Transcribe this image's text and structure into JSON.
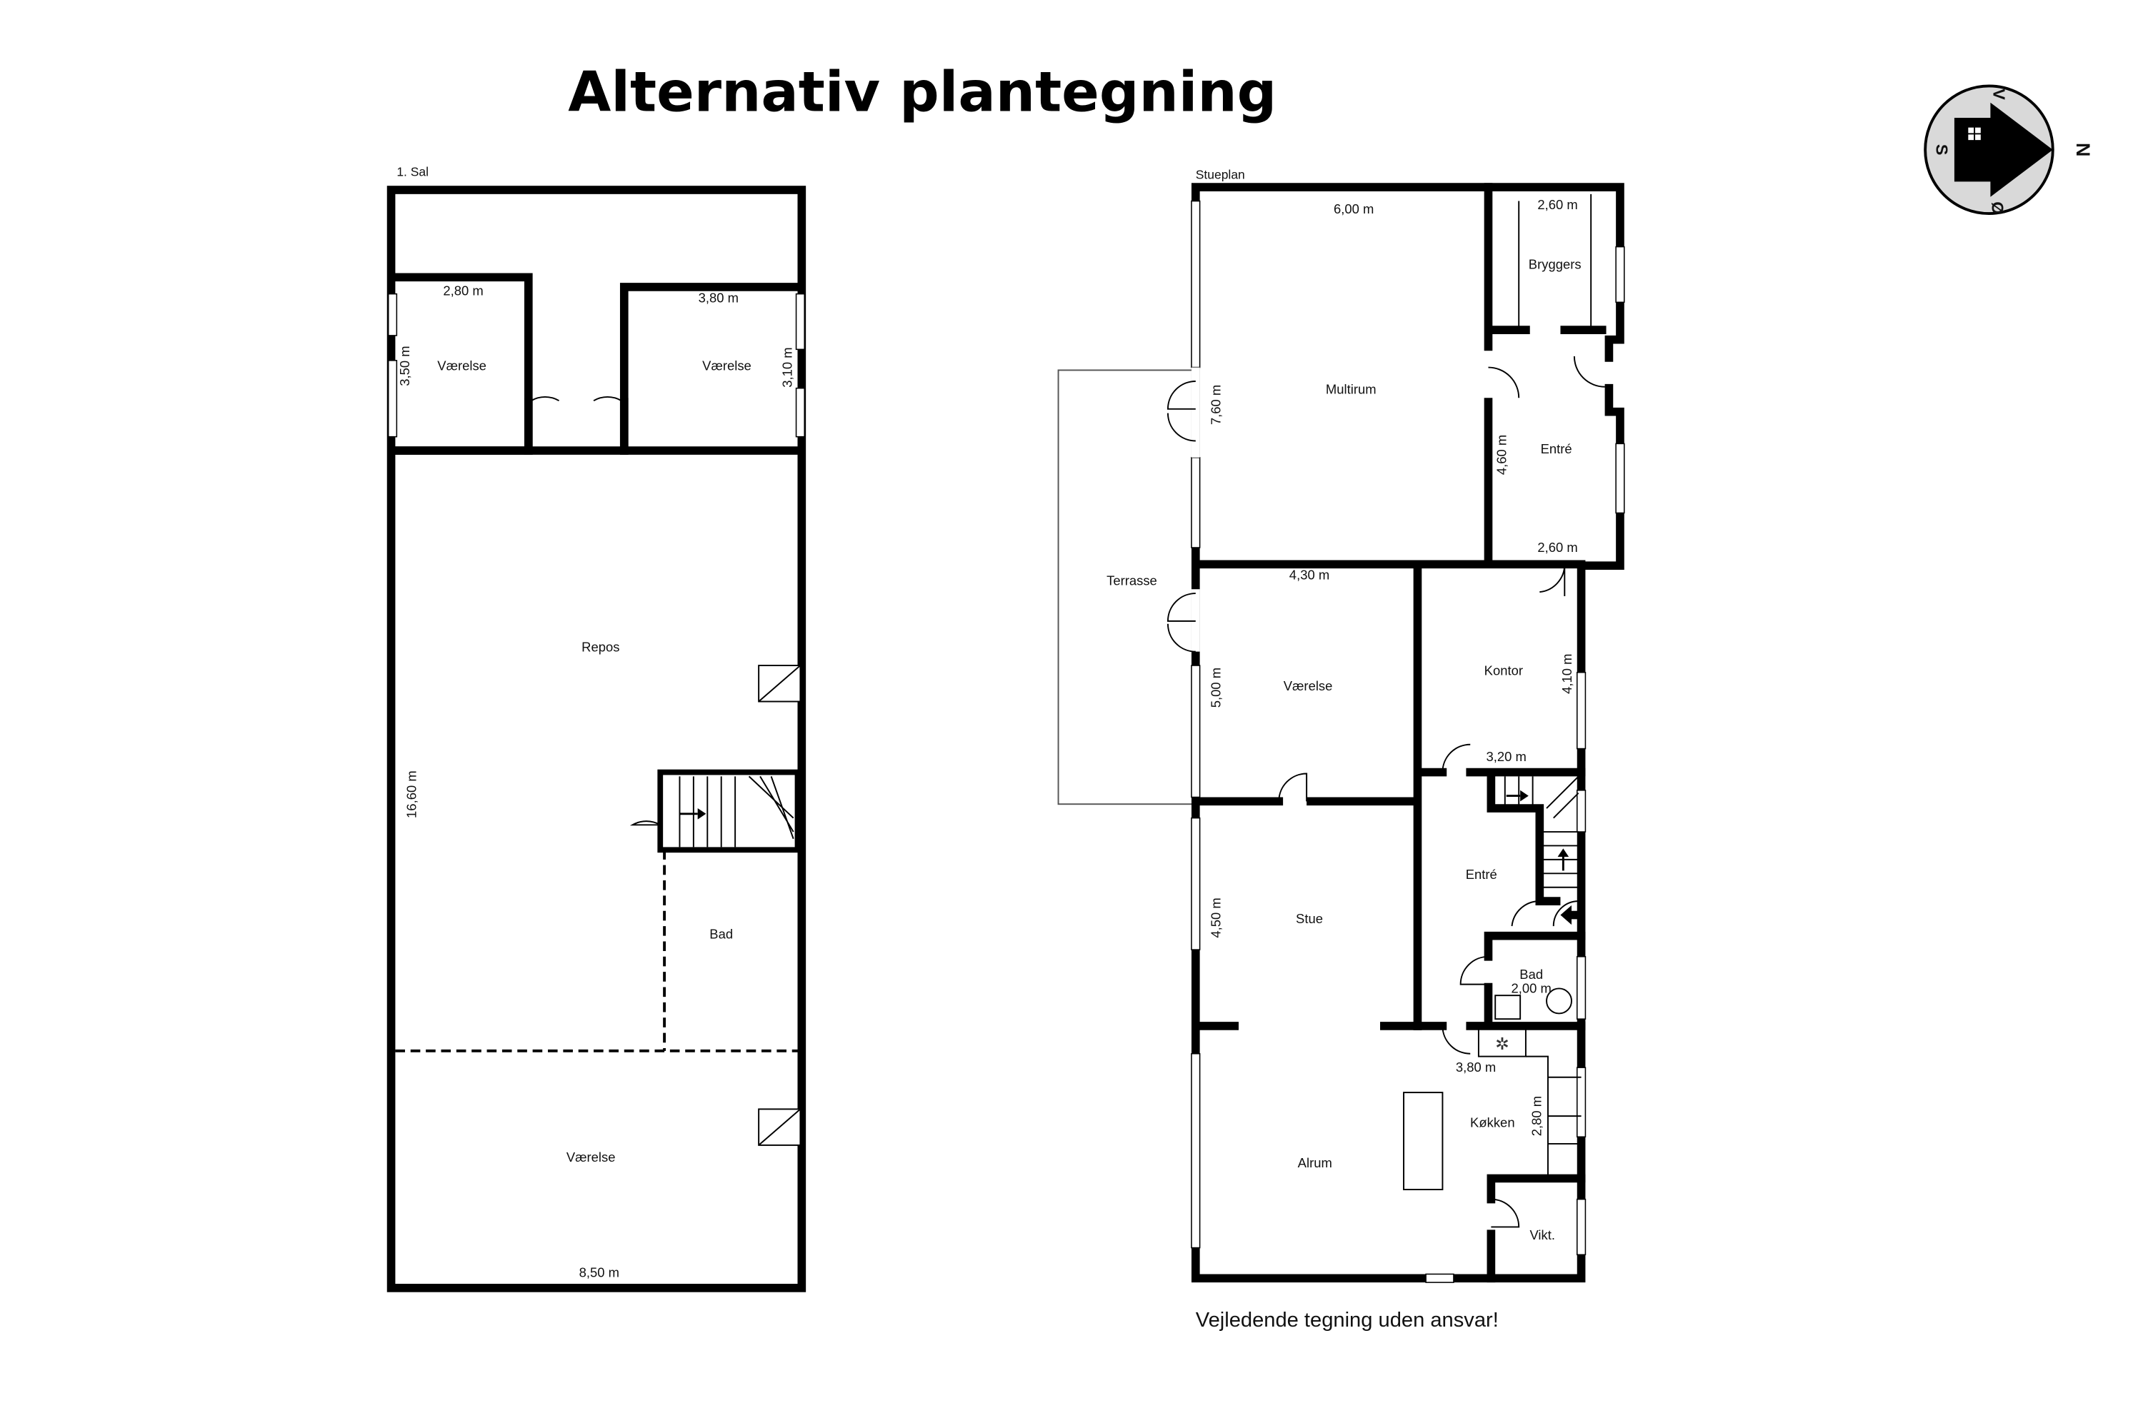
{
  "title": "Alternativ plantegning",
  "compass": {
    "north": "N",
    "south": "S",
    "west": "V",
    "east": "Ø"
  },
  "floor_1": {
    "label": "1. Sal",
    "rooms": [
      "Værelse",
      "Værelse",
      "Repos",
      "Bad",
      "Værelse"
    ],
    "dims": [
      "2,80 m",
      "3,80 m",
      "3,50 m",
      "3,10 m",
      "16,60 m",
      "8,50 m"
    ]
  },
  "ground": {
    "label": "Stueplan",
    "rooms": [
      "Multirum",
      "Bryggers",
      "Entré",
      "Terrasse",
      "Værelse",
      "Kontor",
      "Entré",
      "Stue",
      "Bad",
      "Køkken",
      "Alrum",
      "Vikt."
    ],
    "dims": [
      "6,00 m",
      "2,60 m",
      "7,60 m",
      "4,60 m",
      "2,60 m",
      "4,30 m",
      "5,00 m",
      "4,10 m",
      "3,20 m",
      "4,50 m",
      "2,00 m",
      "3,80 m",
      "2,80 m"
    ]
  },
  "footer": "Vejledende tegning uden ansvar!"
}
